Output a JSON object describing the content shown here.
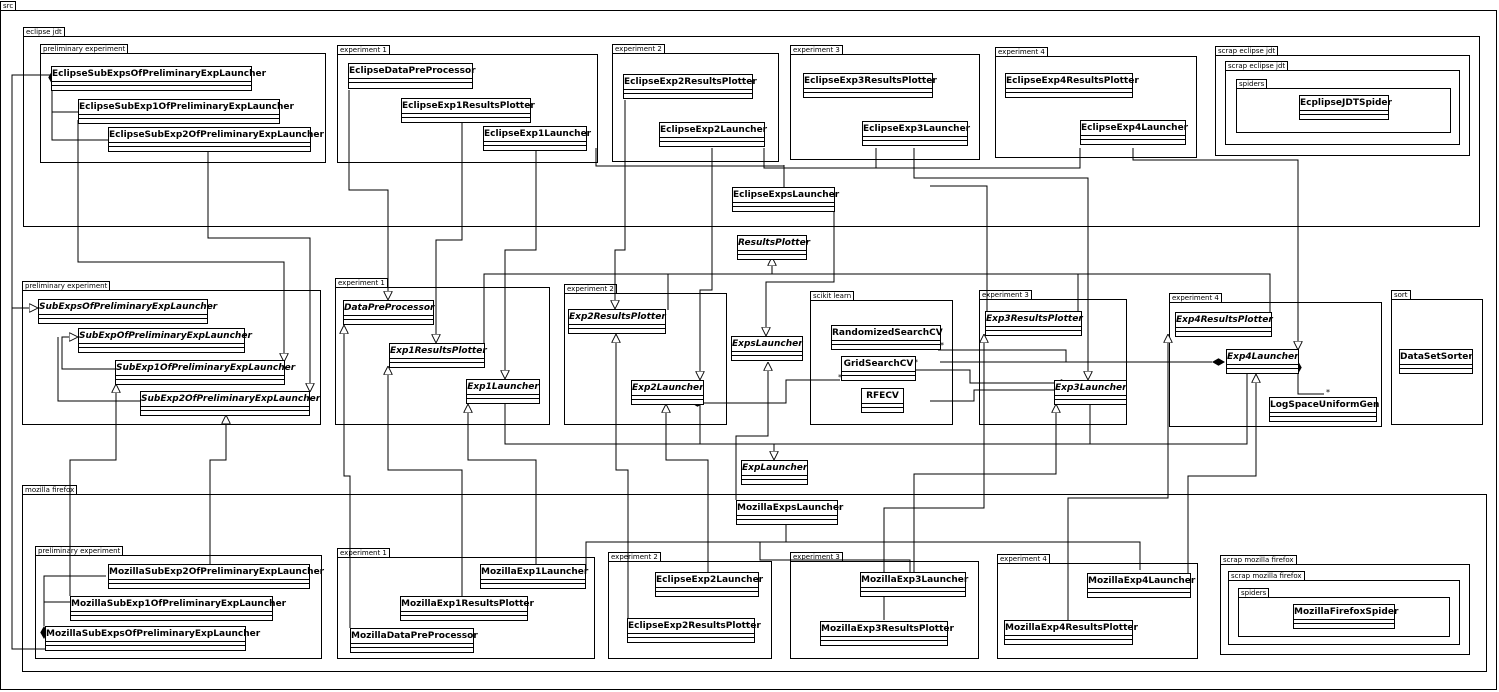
{
  "root": {
    "label": "src"
  },
  "packages": {
    "eclipse": "eclipse jdt",
    "eclipse_pre": "preliminary experiment",
    "eclipse_exp1": "experiment 1",
    "eclipse_exp2": "experiment 2",
    "eclipse_exp3": "experiment 3",
    "eclipse_exp4": "experiment 4",
    "scrap_eclipse": "scrap eclipse jdt",
    "scrap_eclipse_inner": "scrap eclipse jdt",
    "eclipse_spiders": "spiders",
    "mid_pre": "preliminary experiment",
    "mid_exp1": "experiment 1",
    "mid_exp2": "experiment 2",
    "scikit": "scikit learn",
    "mid_exp3": "experiment 3",
    "mid_exp4": "experiment 4",
    "sort": "sort",
    "mozilla": "mozilla firefox",
    "moz_pre": "preliminary experiment",
    "moz_exp1": "experiment 1",
    "moz_exp2": "experiment 2",
    "moz_exp3": "experiment 3",
    "moz_exp4": "experiment 4",
    "scrap_moz": "scrap mozilla firefox",
    "scrap_moz_inner": "scrap mozilla firefox",
    "moz_spiders": "spiders"
  },
  "classes": {
    "eSubExps": "EclipseSubExpsOfPreliminaryExpLauncher",
    "eSubExp1": "EclipseSubExp1OfPreliminaryExpLauncher",
    "eSubExp2": "EclipseSubExp2OfPreliminaryExpLauncher",
    "eDataPre": "EclipseDataPreProcessor",
    "eExp1Plot": "EclipseExp1ResultsPlotter",
    "eExp1Launch": "EclipseExp1Launcher",
    "eExp2Plot": "EclipseExp2ResultsPlotter",
    "eExp2Launch": "EclipseExp2Launcher",
    "eExp3Plot": "EclipseExp3ResultsPlotter",
    "eExp3Launch": "EclipseExp3Launcher",
    "eExp4Plot": "EclipseExp4ResultsPlotter",
    "eExp4Launch": "EclipseExp4Launcher",
    "eSpider": "EcplipseJDTSpider",
    "eExpsLaunch": "EclipseExpsLauncher",
    "resultsPlotter": "ResultsPlotter",
    "subExps": "SubExpsOfPreliminaryExpLauncher",
    "subExp": "SubExpOfPreliminaryExpLauncher",
    "subExp1": "SubExp1OfPreliminaryExpLauncher",
    "subExp2": "SubExp2OfPreliminaryExpLauncher",
    "dataPre": "DataPreProcessor",
    "exp1Plot": "Exp1ResultsPlotter",
    "exp1Launch": "Exp1Launcher",
    "exp2Plot": "Exp2ResultsPlotter",
    "exp2Launch": "Exp2Launcher",
    "expsLaunch": "ExpsLauncher",
    "randSearch": "RandomizedSearchCV",
    "gridSearch": "GridSearchCV",
    "rfecv": "RFECV",
    "exp3Plot": "Exp3ResultsPlotter",
    "exp3Launch": "Exp3Launcher",
    "exp4Plot": "Exp4ResultsPlotter",
    "exp4Launch": "Exp4Launcher",
    "logSpace": "LogSpaceUniformGen",
    "dataSorter": "DataSetSorter",
    "expLaunch": "ExpLauncher",
    "mExpsLaunch": "MozillaExpsLauncher",
    "mSubExp2": "MozillaSubExp2OfPreliminaryExpLauncher",
    "mSubExp1": "MozillaSubExp1OfPreliminaryExpLauncher",
    "mSubExps": "MozillaSubExpsOfPreliminaryExpLauncher",
    "mExp1Launch": "MozillaExp1Launcher",
    "mExp1Plot": "MozillaExp1ResultsPlotter",
    "mDataPre": "MozillaDataPreProcessor",
    "mExp2Launch": "EclipseExp2Launcher",
    "mExp2Plot": "EclipseExp2ResultsPlotter",
    "mExp3Launch": "MozillaExp3Launcher",
    "mExp3Plot": "MozillaExp3ResultsPlotter",
    "mExp4Launch": "MozillaExp4Launcher",
    "mExp4Plot": "MozillaExp4ResultsPlotter",
    "mSpider": "MozillaFirefoxSpider"
  },
  "multiplicity": {
    "star": "*"
  }
}
